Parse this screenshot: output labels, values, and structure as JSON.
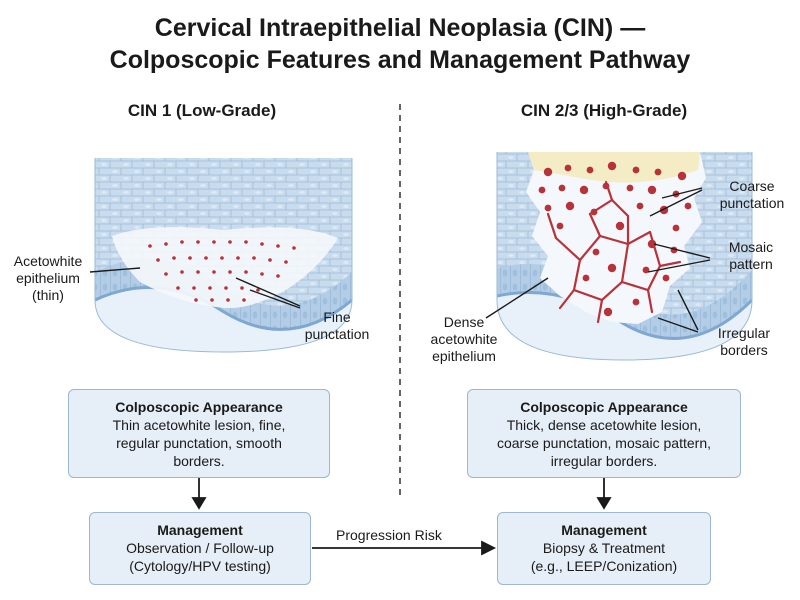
{
  "title": {
    "line1": "Cervical Intraepithelial Neoplasia (CIN) —",
    "line2": "Colposcopic Features and Management Pathway"
  },
  "left": {
    "heading": "CIN 1 (Low-Grade)",
    "labels": {
      "acetowhite": [
        "Acetowhite",
        "epithelium",
        "(thin)"
      ],
      "punctation": [
        "Fine",
        "punctation"
      ]
    },
    "appearance": {
      "head": "Colposcopic Appearance",
      "lines": [
        "Thin acetowhite lesion, fine,",
        "regular punctation, smooth",
        "borders."
      ]
    },
    "management": {
      "head": "Management",
      "lines": [
        "Observation / Follow-up",
        "(Cytology/HPV testing)"
      ]
    }
  },
  "right": {
    "heading": "CIN 2/3 (High-Grade)",
    "labels": {
      "coarse": [
        "Coarse",
        "punctation"
      ],
      "mosaic": [
        "Mosaic",
        "pattern"
      ],
      "irregular": [
        "Irregular",
        "borders"
      ],
      "dense": [
        "Dense",
        "acetowhite",
        "epithelium"
      ]
    },
    "appearance": {
      "head": "Colposcopic Appearance",
      "lines": [
        "Thick, dense acetowhite lesion,",
        "coarse punctation, mosaic pattern,",
        "irregular borders."
      ]
    },
    "management": {
      "head": "Management",
      "lines": [
        "Biopsy & Treatment",
        "(e.g., LEEP/Conization)"
      ]
    }
  },
  "progression_label": "Progression Risk",
  "colors": {
    "tissue": "#c9dcee",
    "cell_stroke": "#8fb0cf",
    "basement": "#8db3d9",
    "basal": "#b4cde6",
    "acetowhite": "#f4f7fb",
    "dense_yellow": "#f3ecc4",
    "punctation": "#b8323a",
    "box_fill": "#e6eef7",
    "box_border": "#9db7cf"
  }
}
